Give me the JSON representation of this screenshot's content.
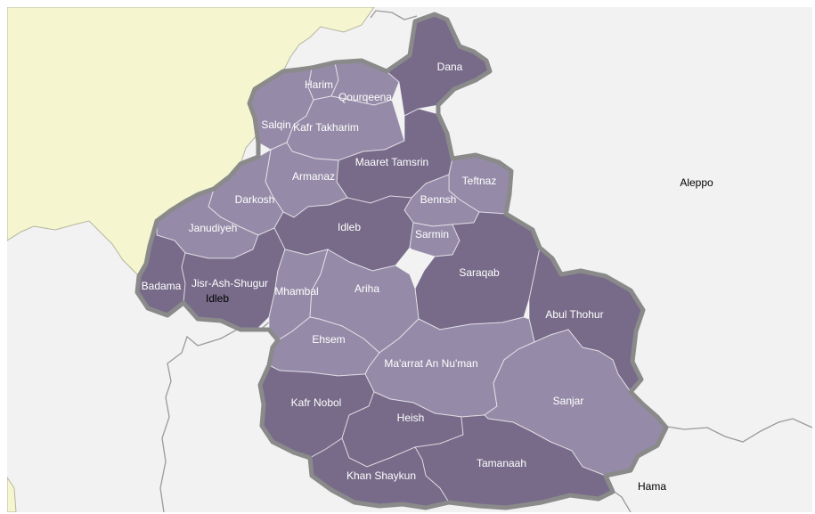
{
  "colors": {
    "background": "#f2f2f2",
    "turkey_land": "#f5f6d0",
    "district_dark": "#776b89",
    "district_light": "#958ba8",
    "outline": "#8a8a8a"
  },
  "districts": [
    {
      "id": "harim",
      "label": "Harim",
      "shade": "light"
    },
    {
      "id": "qourqeena",
      "label": "Qourqeena",
      "shade": "light"
    },
    {
      "id": "dana",
      "label": "Dana",
      "shade": "dark"
    },
    {
      "id": "salqin",
      "label": "Salqin",
      "shade": "light"
    },
    {
      "id": "kafr-takharim",
      "label": "Kafr Takharim",
      "shade": "light"
    },
    {
      "id": "maaret-tamsrin",
      "label": "Maaret Tamsrin",
      "shade": "dark"
    },
    {
      "id": "armanaz",
      "label": "Armanaz",
      "shade": "light"
    },
    {
      "id": "teftnaz",
      "label": "Teftnaz",
      "shade": "light"
    },
    {
      "id": "bennsh",
      "label": "Bennsh",
      "shade": "light"
    },
    {
      "id": "darkosh",
      "label": "Darkosh",
      "shade": "light"
    },
    {
      "id": "janudiyeh",
      "label": "Janudiyeh",
      "shade": "light"
    },
    {
      "id": "idleb",
      "label": "Idleb",
      "shade": "dark"
    },
    {
      "id": "sarmin",
      "label": "Sarmin",
      "shade": "light"
    },
    {
      "id": "badama",
      "label": "Badama",
      "shade": "dark"
    },
    {
      "id": "jisr-ash-shugur",
      "label": "Jisr-Ash-Shugur",
      "shade": "dark"
    },
    {
      "id": "saraqab",
      "label": "Saraqab",
      "shade": "dark"
    },
    {
      "id": "mhambal",
      "label": "Mhambal",
      "shade": "light"
    },
    {
      "id": "ariha",
      "label": "Ariha",
      "shade": "light"
    },
    {
      "id": "abul-thohur",
      "label": "Abul Thohur",
      "shade": "dark"
    },
    {
      "id": "ehsem",
      "label": "Ehsem",
      "shade": "light"
    },
    {
      "id": "maarrat-an-numan",
      "label": "Ma'arrat An Nu'man",
      "shade": "light"
    },
    {
      "id": "sanjar",
      "label": "Sanjar",
      "shade": "light"
    },
    {
      "id": "kafr-nobol",
      "label": "Kafr Nobol",
      "shade": "dark"
    },
    {
      "id": "heish",
      "label": "Heish",
      "shade": "dark"
    },
    {
      "id": "tamanaah",
      "label": "Tamanaah",
      "shade": "dark"
    },
    {
      "id": "khan-shaykun",
      "label": "Khan Shaykun",
      "shade": "dark"
    }
  ],
  "outside_labels": [
    {
      "id": "aleppo",
      "label": "Aleppo"
    },
    {
      "id": "hama",
      "label": "Hama"
    },
    {
      "id": "idleb-city",
      "label": "Idleb"
    }
  ]
}
